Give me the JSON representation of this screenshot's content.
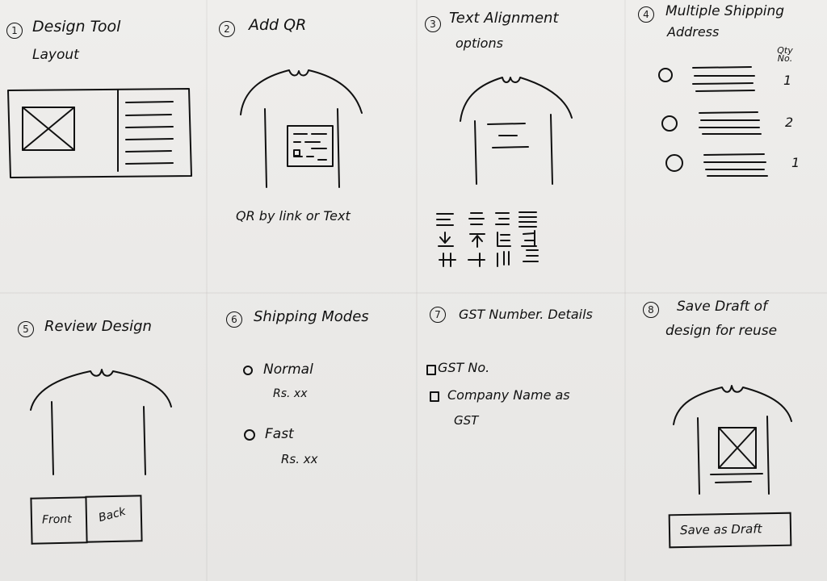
{
  "panels": {
    "p1": {
      "num": "1",
      "title_line1": "Design Tool",
      "title_line2": "Layout"
    },
    "p2": {
      "num": "2",
      "title": "Add QR",
      "caption": "QR by link or Text"
    },
    "p3": {
      "num": "3",
      "title_line1": "Text Alignment",
      "title_line2": "options"
    },
    "p4": {
      "num": "4",
      "title_line1": "Multiple Shipping",
      "title_line2": "Address",
      "qty_header": "Qty No.",
      "qtys": [
        "1",
        "2",
        "1"
      ]
    },
    "p5": {
      "num": "5",
      "title": "Review Design",
      "front": "Front",
      "back": "Back"
    },
    "p6": {
      "num": "6",
      "title": "Shipping Modes",
      "opt1": "Normal",
      "price1": "Rs. xx",
      "opt2": "Fast",
      "price2": "Rs. xx"
    },
    "p7": {
      "num": "7",
      "title": "GST Number. Details",
      "check1": "GST No.",
      "check2_line1": "Company Name as",
      "check2_line2": "GST"
    },
    "p8": {
      "num": "8",
      "title_line1": "Save Draft of",
      "title_line2": "design for reuse",
      "button": "Save as Draft"
    }
  }
}
